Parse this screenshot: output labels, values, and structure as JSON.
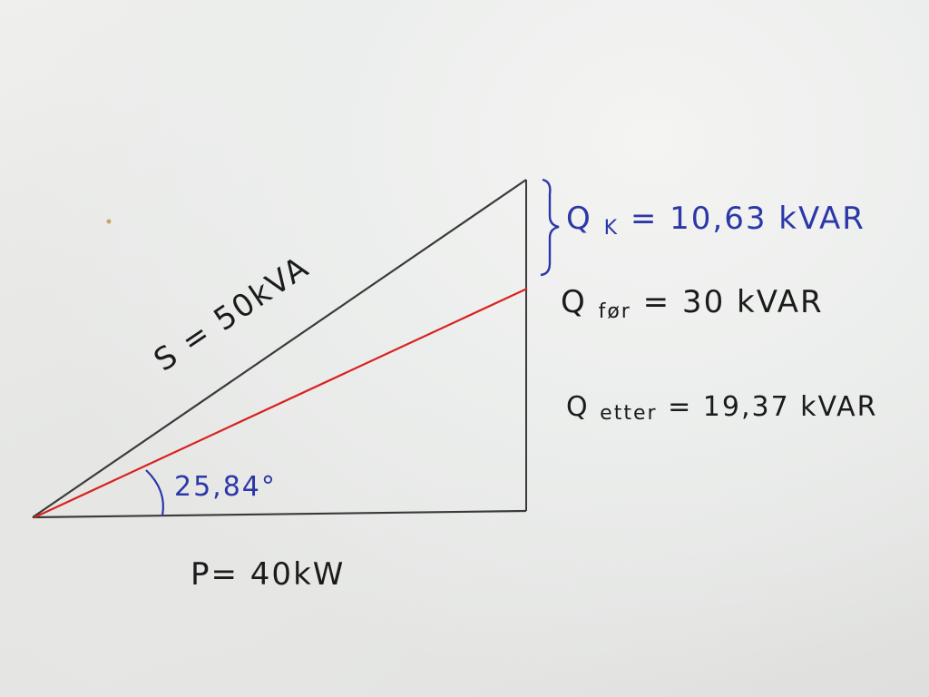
{
  "labels": {
    "s_label": "S = 50kVA",
    "p_label": "P= 40kW",
    "angle_label": "25,84°",
    "qk_main": "Q",
    "qk_sub": "K",
    "qk_value": " = 10,63 kVAR",
    "qfor_main": "Q",
    "qfor_sub": "før",
    "qfor_value": "= 30 kVAR",
    "qetter_main": "Q",
    "qetter_sub": "etter",
    "qetter_value": "= 19,37 kVAR"
  },
  "colors": {
    "paper": "#eceeed",
    "pencil": "#333333",
    "red_line": "#d8231f",
    "blue_ink": "#2c37a8",
    "black_ink": "#1b1b1b"
  }
}
